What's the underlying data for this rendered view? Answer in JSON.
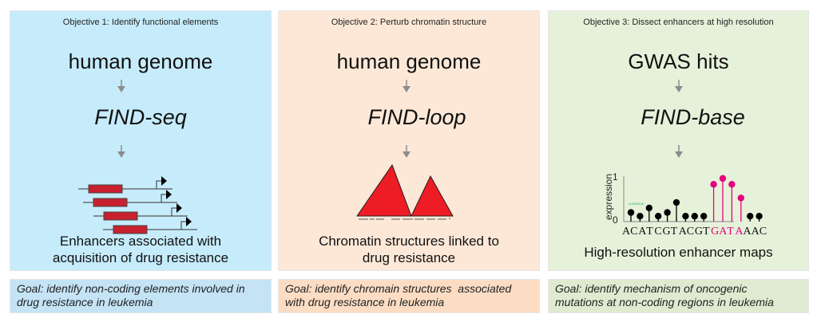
{
  "colors": {
    "panel1_bg": "#c6ecfb",
    "panel2_bg": "#fde8d7",
    "panel3_bg": "#e6f1da",
    "goal1_bg": "#c4e3f5",
    "goal2_bg": "#fcddc4",
    "goal3_bg": "#deebd0",
    "enhancer_red": "#c8202f",
    "triangle_red": "#ee1c24",
    "highlight_magenta": "#e5007e",
    "arrow_gray": "#8c8c8c",
    "snp_label_green": "#19b35a"
  },
  "panels": [
    {
      "objective": "Objective 1: Identify functional elements",
      "input": "human genome",
      "method": "FIND-seq",
      "caption_lines": [
        "Enhancers associated with",
        "acquisition of drug resistance"
      ],
      "goal_lines": [
        "Goal: identify non-coding elements involved in",
        "drug resistance in leukemia"
      ],
      "graphic": "enhancer-promoter-constructs"
    },
    {
      "objective": "Objective 2: Perturb chromatin structure",
      "input": "human genome",
      "method": "FIND-loop",
      "caption_lines": [
        "Chromatin structures linked to",
        "drug resistance"
      ],
      "goal_lines": [
        "Goal: identify chromain structures  associated",
        "with drug resistance in leukemia"
      ],
      "graphic": "chromatin-domain-triangles"
    },
    {
      "objective": "Objective 3: Dissect enhancers at high resolution",
      "input": "GWAS hits",
      "method": "FIND-base",
      "caption_lines": [
        "High-resolution enhancer maps"
      ],
      "goal_lines": [
        "Goal: identify mechanism of oncogenic",
        "mutations at non-coding regions in leukemia"
      ],
      "graphic": "base-resolution-lollipop"
    }
  ],
  "lollipop": {
    "ylabel": "expression",
    "y_ticks": [
      "0",
      "1"
    ],
    "snp_label": "rs7090445",
    "sequence": [
      "A",
      "C",
      "A",
      "T",
      "C",
      "G",
      "T",
      "A",
      "C",
      "G",
      "T",
      "G",
      "A",
      "T",
      "A",
      "A",
      "A",
      "C"
    ],
    "highlight_range": [
      11,
      14
    ],
    "values": [
      0.2,
      0.12,
      0.3,
      0.12,
      0.2,
      0.42,
      0.12,
      0.12,
      0.12,
      0.82,
      0.95,
      0.82,
      0.52,
      0.12,
      0.12
    ],
    "highlighted": [
      false,
      false,
      false,
      false,
      false,
      false,
      false,
      false,
      false,
      true,
      true,
      true,
      true,
      false,
      false
    ]
  },
  "enhancer_rows": 4
}
